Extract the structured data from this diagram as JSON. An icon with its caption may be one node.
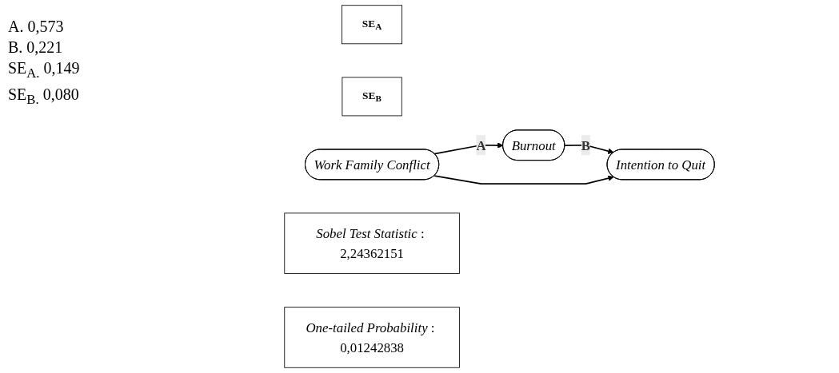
{
  "diagram": {
    "nodes": [
      {
        "text": [
          "Burnout"
        ]
      },
      {
        "text": [
          "SE$_{A}$"
        ]
      },
      {
        "text": [
          "SE$_{B}$"
        ]
      },
      {
        "text": [
          "Work Family Conflict"
        ]
      },
      {
        "text": [
          "Intention to Quit"
        ]
      },
      {
        "text": [
          "*Sobel Test Statistic* : 2,24362151"
        ]
      },
      {
        "text": [
          "*One-tailed Probability* : 0,01242838"
        ]
      }
    ],
    "edges": [
      {
        "from": 3,
        "to": 0,
        "arrow": "to",
        "label": "A"
      },
      {
        "from": 0,
        "to": 4,
        "arrow": "to",
        "label": "B"
      },
      {
        "from": 3,
        "to": 4,
        "arrow": "to"
      }
    ],
    "labels": [
      "A. 0,573",
      "B. 0,221",
      "SE$_{A.}$ 0,149",
      "SE$_{B.}$ 0,080"
    ]
  }
}
